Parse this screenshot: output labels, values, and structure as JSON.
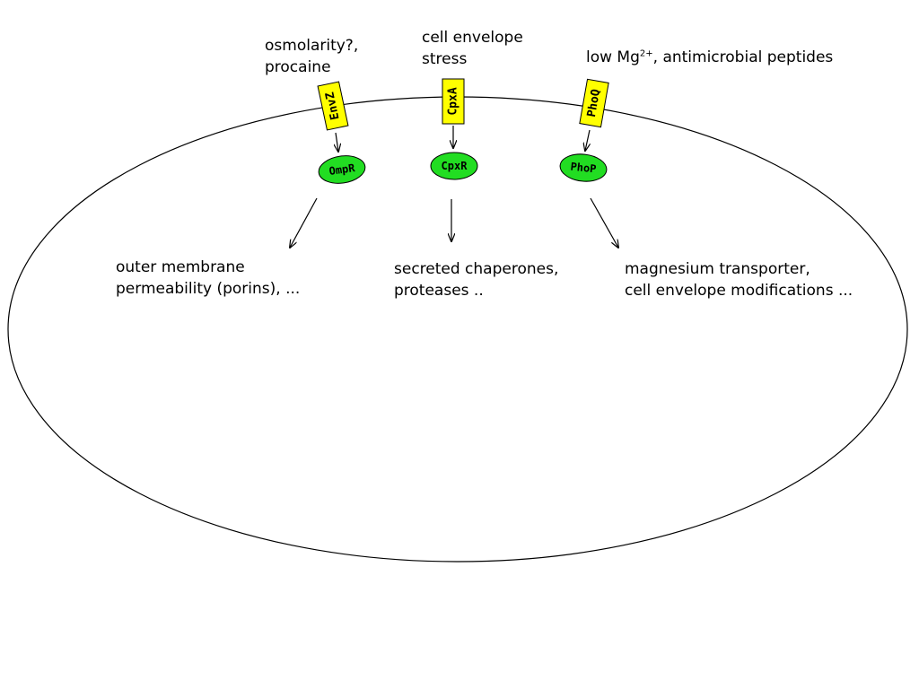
{
  "colors": {
    "sensor_fill": "#ffff00",
    "regulator_fill": "#22dd22",
    "outline": "#000000"
  },
  "signals": {
    "envz": [
      "osmolarity?,",
      "procaine"
    ],
    "cpxa": [
      "cell envelope",
      "stress"
    ],
    "phoq": {
      "prefix": "low Mg",
      "superscript": "2+",
      "suffix": ", antimicrobial peptides"
    }
  },
  "sensors": {
    "envz": "EnvZ",
    "cpxa": "CpxA",
    "phoq": "PhoQ"
  },
  "regulators": {
    "ompr": "OmpR",
    "cpxr": "CpxR",
    "phop": "PhoP"
  },
  "outputs": {
    "ompr": [
      "outer membrane",
      "permeability (porins), ..."
    ],
    "cpxr": [
      "secreted chaperones,",
      "proteases .."
    ],
    "phop": [
      "magnesium transporter,",
      "cell envelope modifications ..."
    ]
  }
}
